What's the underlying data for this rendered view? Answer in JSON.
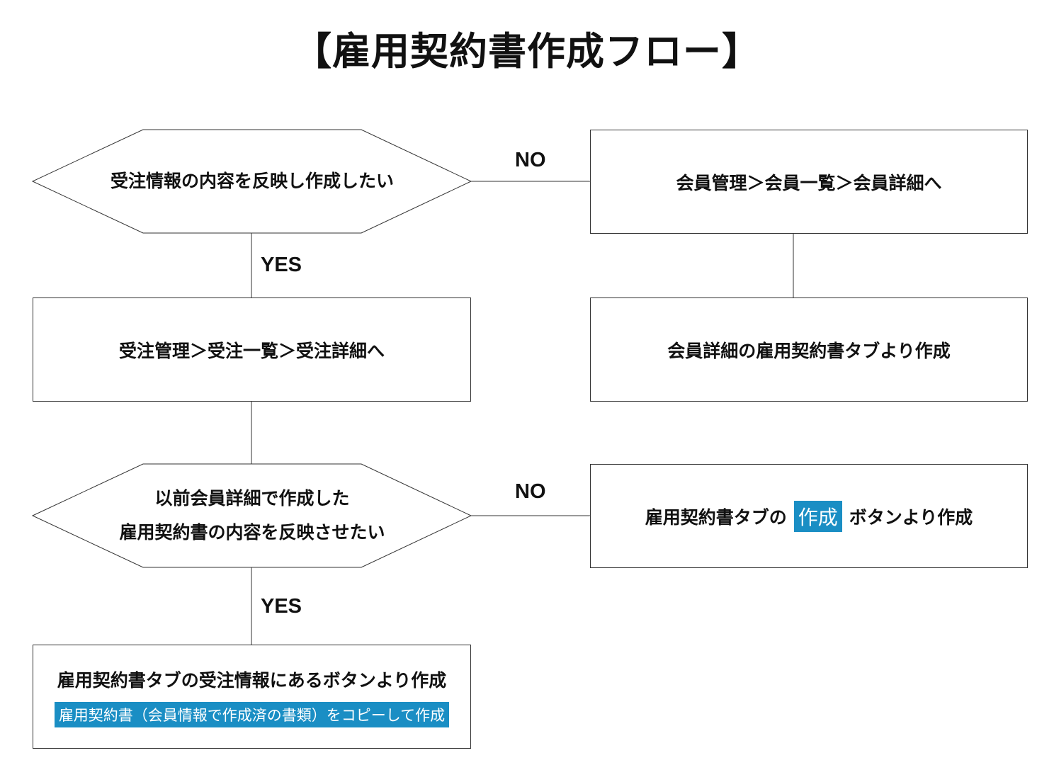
{
  "title": "【雇用契約書作成フロー】",
  "decisions": {
    "d1": "受注情報の内容を反映し作成したい",
    "d2_line1": "以前会員詳細で作成した",
    "d2_line2": "雇用契約書の内容を反映させたい"
  },
  "branches": {
    "no1": "NO",
    "yes1": "YES",
    "no2": "NO",
    "yes2": "YES"
  },
  "boxes": {
    "member_nav": "会員管理＞会員一覧＞会員詳細へ",
    "order_nav": "受注管理＞受注一覧＞受注詳細へ",
    "member_tab": "会員詳細の雇用契約書タブより作成",
    "create_prefix": "雇用契約書タブの",
    "create_button": "作成",
    "create_suffix": "ボタンより作成",
    "order_info_main": "雇用契約書タブの受注情報にあるボタンより作成",
    "order_info_note": "雇用契約書（会員情報で作成済の書類）をコピーして作成"
  },
  "colors": {
    "accent": "#1a8ec4",
    "line": "#333333"
  }
}
